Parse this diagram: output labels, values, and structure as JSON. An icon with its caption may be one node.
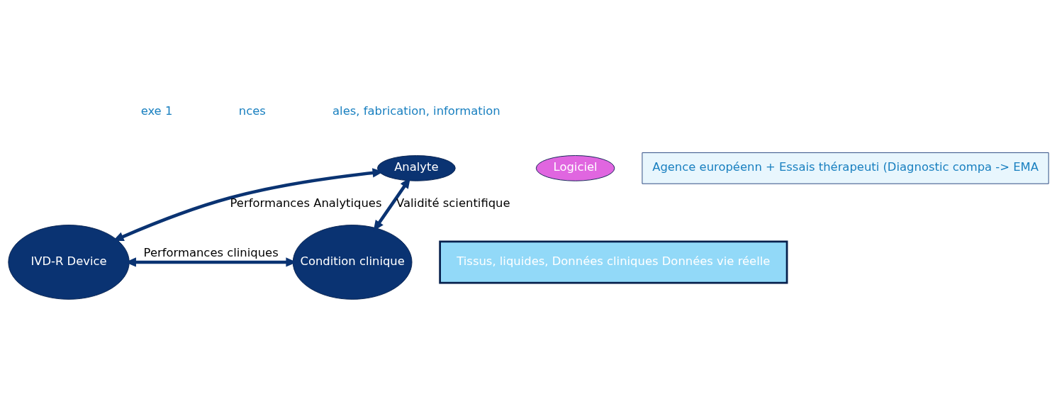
{
  "diagram": {
    "nodes": [
      {
        "text": [
          "Analyte"
        ]
      },
      {
        "text": [
          "Logiciel"
        ]
      },
      {
        "text": [
          "Agence européenn + Essais thérapeuti (Diagnostic compa -> EMA"
        ]
      },
      {
        "text": [
          "Tissus, liquides, Données cliniques Données vie réelle"
        ]
      },
      {
        "text": [
          "IVD-R Device"
        ]
      },
      {
        "text": [
          "Condition clinique"
        ]
      }
    ],
    "edges": [
      {
        "from": 0,
        "to": 4,
        "arrow": "both",
        "label": "Performances Analytiques"
      },
      {
        "from": 0,
        "to": 5,
        "arrow": "both",
        "label": "Validité scientifique"
      },
      {
        "from": 4,
        "to": 5,
        "arrow": "both",
        "label": "Performances cliniques"
      }
    ],
    "labels": [
      "exe 1",
      "nces",
      "ales, fabrication, information"
    ]
  }
}
